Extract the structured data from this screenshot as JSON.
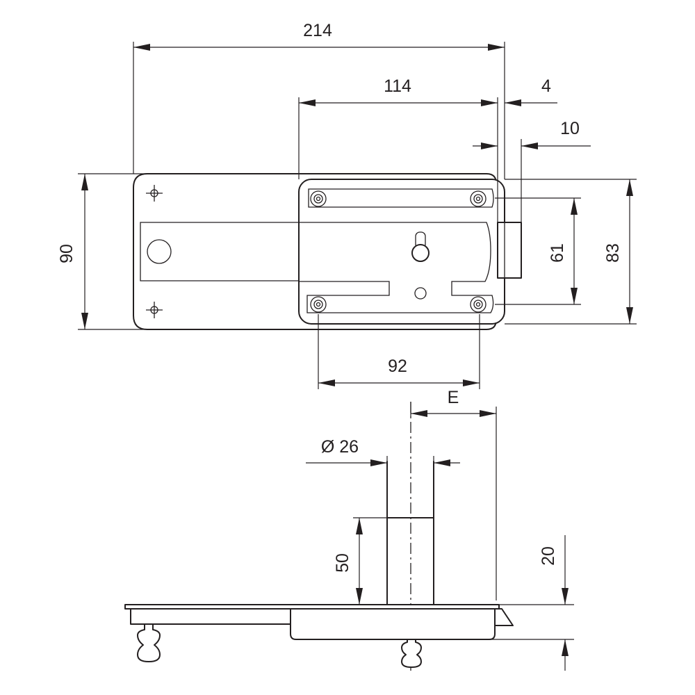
{
  "labels": {
    "overall_width": "214",
    "case_width": "114",
    "bolt_throw": "4",
    "bolt_thickness": "10",
    "plate_height": "90",
    "bolt_height": "61",
    "case_height": "83",
    "screw_spacing": "92",
    "backset": "E",
    "cylinder_diameter": "Ø 26",
    "cylinder_length": "50",
    "case_depth": "20"
  },
  "colors": {
    "line": "#231f20",
    "background": "#ffffff"
  }
}
